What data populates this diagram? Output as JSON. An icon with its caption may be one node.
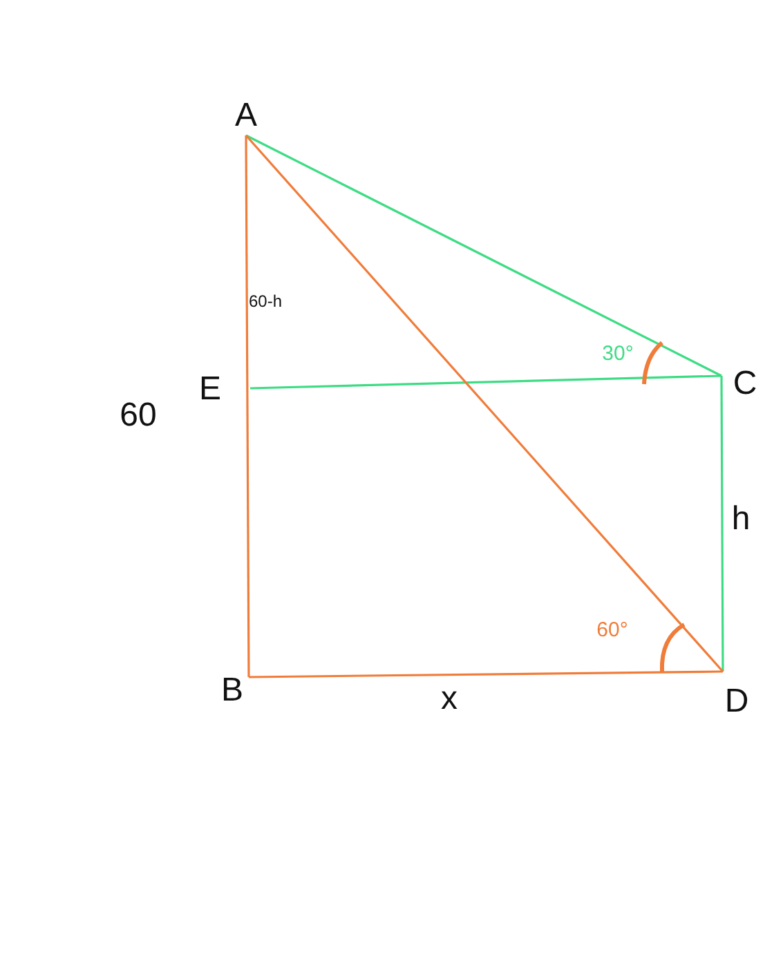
{
  "diagram": {
    "nodes": [
      {
        "text": [
          "A"
        ]
      },
      {
        "text": [
          "C"
        ]
      },
      {
        "text": [
          "E"
        ]
      },
      {
        "text": [
          "B"
        ]
      },
      {
        "text": [
          "D"
        ]
      }
    ],
    "edges": [
      {
        "from": 0,
        "to": 1,
        "arrow": "none",
        "color": "#3ddc84"
      },
      {
        "from": 2,
        "to": 1,
        "arrow": "none",
        "color": "#3ddc84"
      },
      {
        "from": 1,
        "to": 4,
        "arrow": "none",
        "color": "#3ddc84"
      },
      {
        "from": 0,
        "to": 3,
        "arrow": "none",
        "color": "#f07c3a"
      },
      {
        "from": 0,
        "to": 4,
        "arrow": "none",
        "color": "#f07c3a"
      },
      {
        "from": 3,
        "to": 4,
        "arrow": "none",
        "color": "#f07c3a"
      }
    ],
    "labels": [
      "60-h",
      "30°",
      "60",
      "h",
      "60°",
      "x"
    ]
  }
}
